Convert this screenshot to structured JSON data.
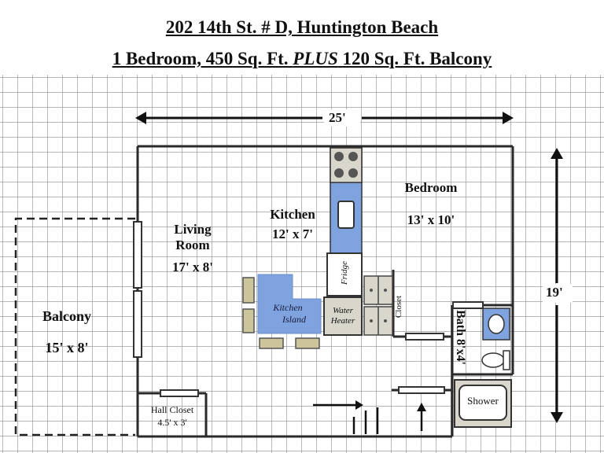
{
  "header": {
    "address": "202 14th St. # D, Huntington Beach",
    "summary_prefix": "1 Bedroom, 450 Sq. Ft.",
    "summary_plus": "PLUS",
    "summary_suffix": "120 Sq. Ft. Balcony"
  },
  "dimensions": {
    "width": "25'",
    "height": "19'"
  },
  "rooms": {
    "living": {
      "name_line1": "Living",
      "name_line2": "Room",
      "size": "17' x 8'"
    },
    "kitchen": {
      "name": "Kitchen",
      "size": "12' x 7'"
    },
    "bedroom": {
      "name": "Bedroom",
      "size": "13' x 10'"
    },
    "balcony": {
      "name": "Balcony",
      "size": "15' x 8'"
    },
    "bath": {
      "name": "Bath 8'x4'"
    },
    "hall_closet": {
      "name": "Hall Closet",
      "size": "4.5' x 3'"
    }
  },
  "fixtures": {
    "fridge": "Fridge",
    "island_line1": "Kitchen",
    "island_line2": "Island",
    "water_heater_line1": "Water",
    "water_heater_line2": "Heater",
    "closet": "Closet",
    "shower": "Shower"
  },
  "colors": {
    "grid": "#8a8a8a",
    "wall": "#2a2a2a",
    "counter_blue": "#7ea3de",
    "stool_tan": "#ccc49a",
    "appliance_gray": "#d9d6cc",
    "cooktop": "#555555"
  }
}
